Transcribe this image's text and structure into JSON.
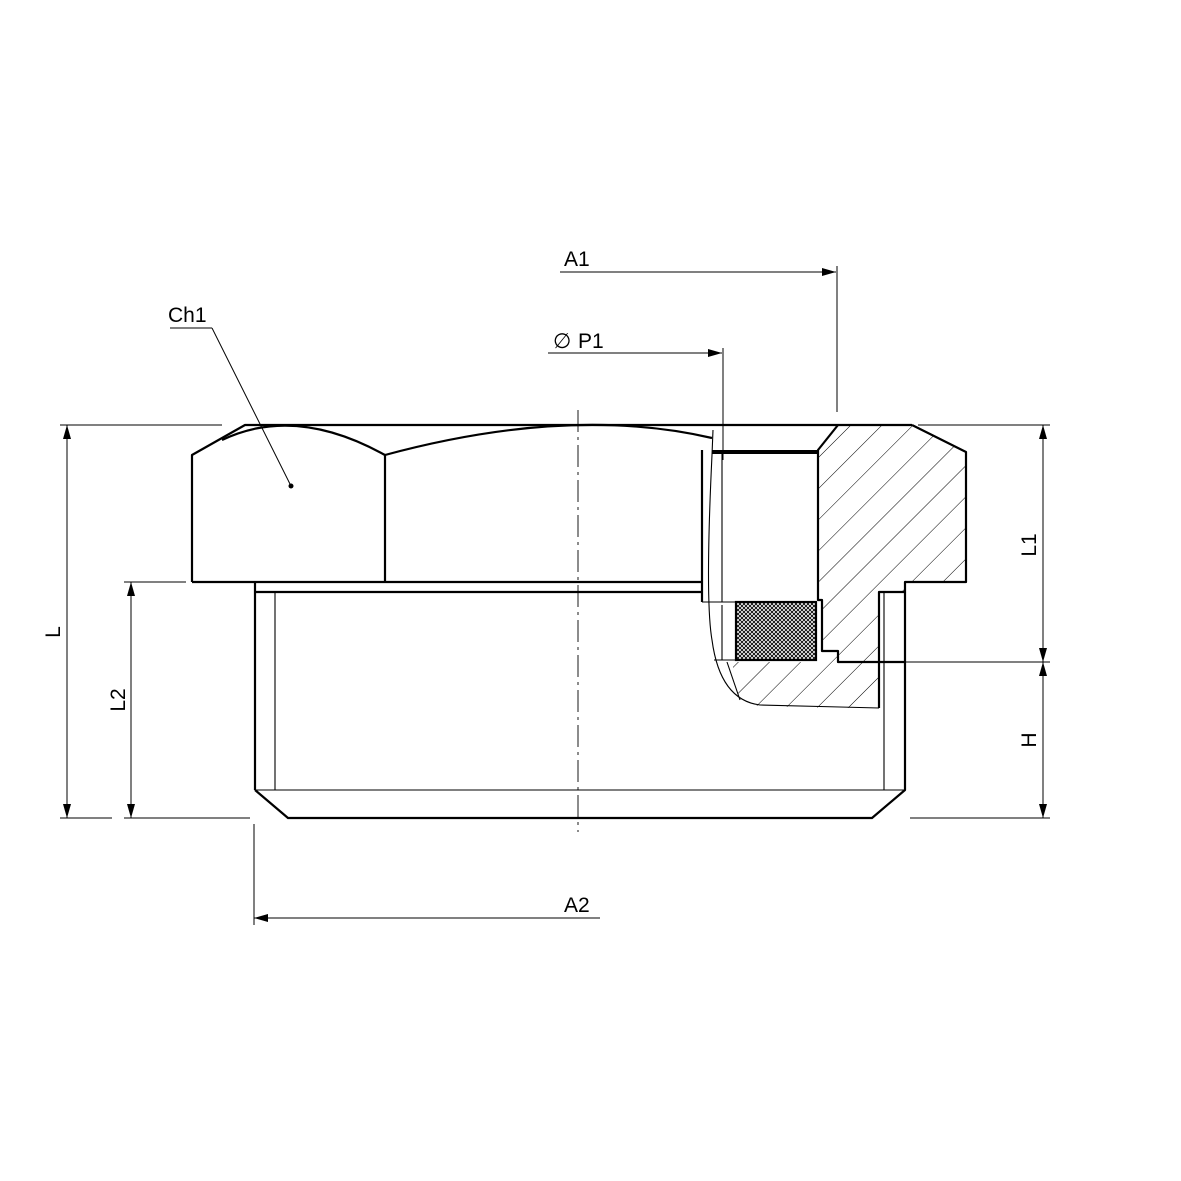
{
  "dimensions": {
    "ch1": "Ch1",
    "a1": "A1",
    "p1": "P1",
    "l": "L",
    "l1": "L1",
    "l2": "L2",
    "h": "H",
    "a2": "A2"
  },
  "diameter_symbol": "∅"
}
